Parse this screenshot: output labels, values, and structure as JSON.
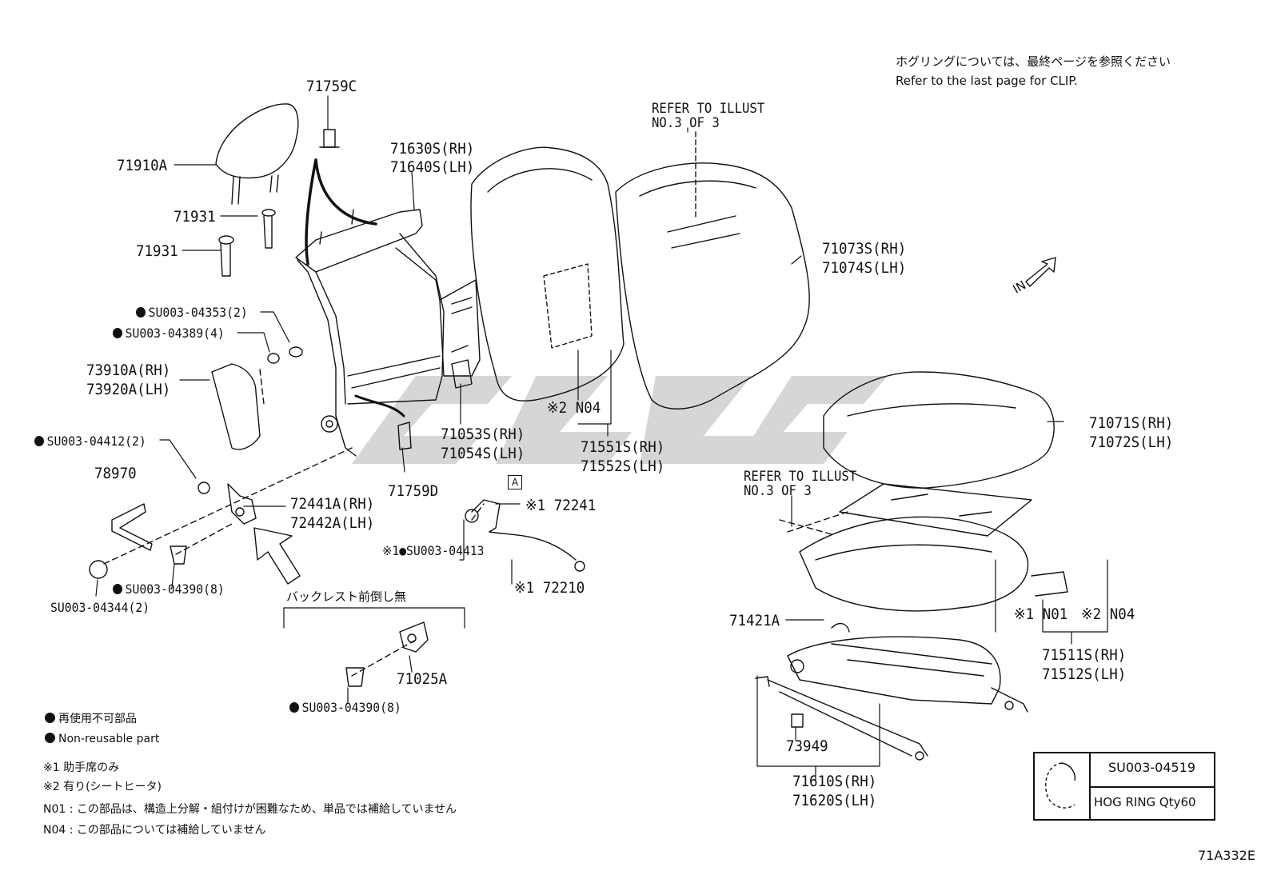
{
  "clip_note": {
    "jp": "ホグリングについては、最終ページを参照ください",
    "en": "Refer to the last page for CLIP."
  },
  "refer_upper": {
    "line1": "REFER TO ILLUST",
    "line2": "NO.3 OF 3"
  },
  "refer_lower": {
    "line1": "REFER TO ILLUST",
    "line2": "NO.3 OF 3"
  },
  "in_arrow_label": "IN",
  "mark_a": "A",
  "parts": {
    "p71759C": "71759C",
    "p71910A": "71910A",
    "p71931a": "71931",
    "p71931b": "71931",
    "p71630S": "71630S(RH)",
    "p71640S": "71640S(LH)",
    "p71073S": "71073S(RH)",
    "p71074S": "71074S(LH)",
    "su04353": "SU003-04353(2)",
    "su04389": "SU003-04389(4)",
    "p73910A": "73910A(RH)",
    "p73920A": "73920A(LH)",
    "su04412": "SU003-04412(2)",
    "p78970": "78970",
    "p72441A": "72441A(RH)",
    "p72442A": "72442A(LH)",
    "su04390a": "SU003-04390(8)",
    "su04344": "SU003-04344(2)",
    "p71053S": "71053S(RH)",
    "p71054S": "71054S(LH)",
    "p71759D": "71759D",
    "n04_upper": "※2 N04",
    "p71551S": "71551S(RH)",
    "p71552S": "71552S(LH)",
    "p72241": "※1 72241",
    "su04413": "※1●SU003-04413",
    "p72210": "※1 72210",
    "backrest_note": "バックレスト前倒し無",
    "p71025A": "71025A",
    "su04390b": "SU003-04390(8)",
    "p71071S": "71071S(RH)",
    "p71072S": "71072S(LH)",
    "p71421A": "71421A",
    "n01": "※1 N01",
    "n04_lower": "※2 N04",
    "p71511S": "71511S(RH)",
    "p71512S": "71512S(LH)",
    "p73949": "73949",
    "p71610S": "71610S(RH)",
    "p71620S": "71620S(LH)"
  },
  "legend": {
    "nonreuse_jp": "再使用不可部品",
    "nonreuse_en": "Non-reusable part",
    "note1": "※1 助手席のみ",
    "note2": "※2 有り(シートヒータ)",
    "n01": "N01 : この部品は、構造上分解・組付けが困難なため、単品では補給していません",
    "n04": "N04 : この部品については補給していません"
  },
  "hog_ring": {
    "part": "SU003-04519",
    "desc": "HOG RING Qty60"
  },
  "diagram_code": "71A332E"
}
